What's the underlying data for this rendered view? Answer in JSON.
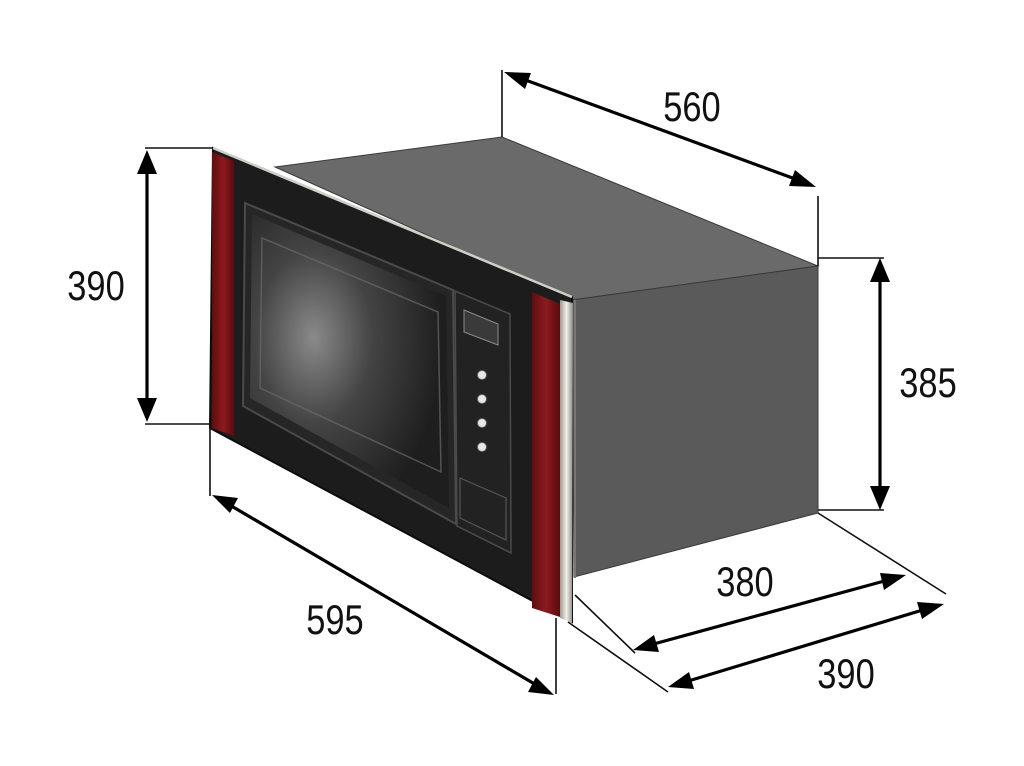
{
  "dimensions": {
    "top_depth": "560",
    "left_height": "390",
    "right_height": "385",
    "front_width": "595",
    "bottom_depth_inner": "380",
    "bottom_depth_outer": "390"
  },
  "colors": {
    "box_top": "#6a6a6a",
    "box_side": "#5a5a5a",
    "frame": "#1c1c1c",
    "glass": "#2e2e2e",
    "trim_red": "#7d1518",
    "trim_silver": "#d8d8d0"
  },
  "icons": {
    "control_buttons": "button-dot-icon",
    "display": "lcd-display-icon"
  }
}
